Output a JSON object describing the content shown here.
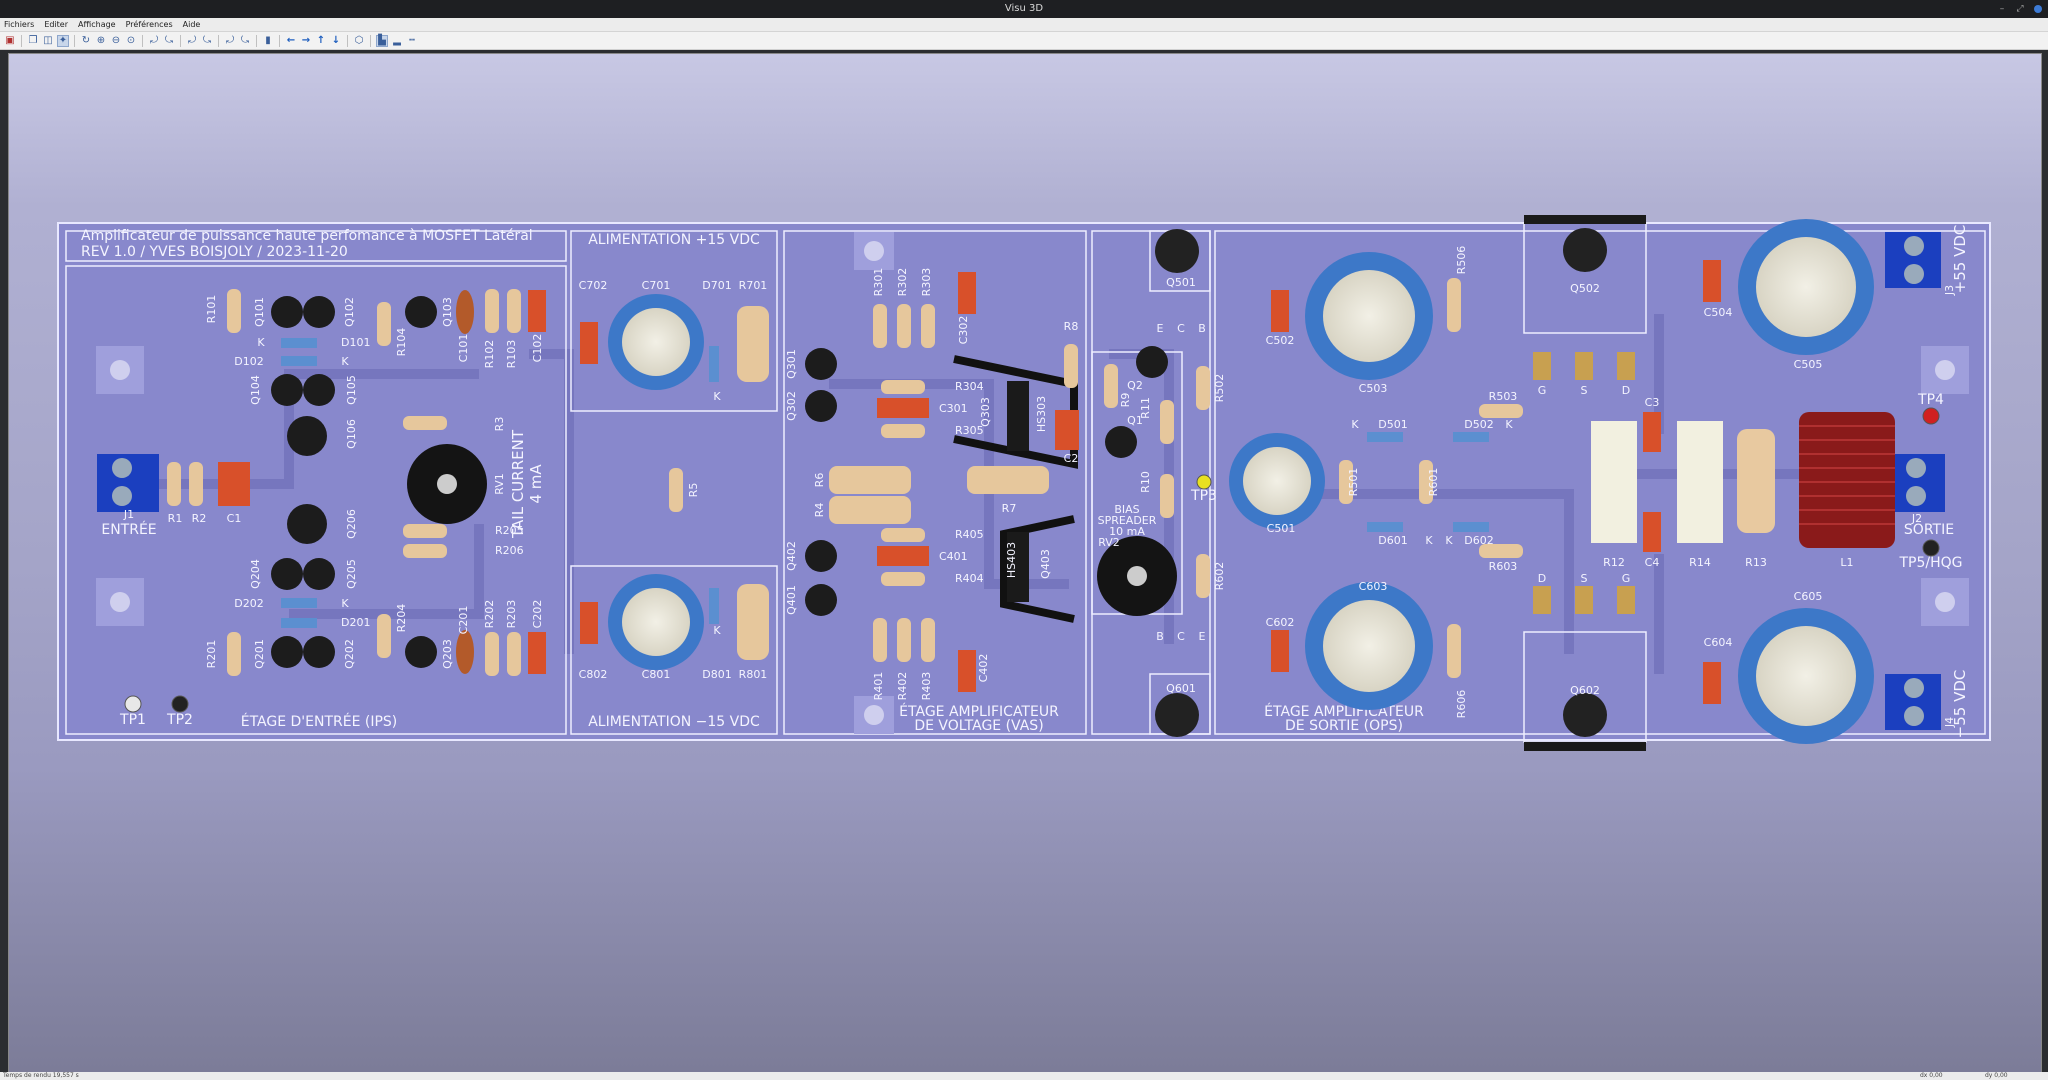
{
  "window": {
    "title": "Visu 3D"
  },
  "menu": [
    "Fichiers",
    "Editer",
    "Affichage",
    "Préférences",
    "Aide"
  ],
  "status": {
    "render_time": "Temps de rendu 19,557 s",
    "dx": "dx 0,00",
    "dy": "dy 0,00"
  },
  "board": {
    "title_line1": "Amplificateur de puissance haute perfomance à MOSFET Latéral",
    "title_line2": "REV 1.0 / YVES BOISJOLY / 2023-11-20",
    "sections": {
      "psu_pos": "ALIMENTATION +15 VDC",
      "psu_neg": "ALIMENTATION −15 VDC",
      "ips": "ÉTAGE D'ENTRÉE (IPS)",
      "vas_1": "ÉTAGE AMPLIFICATEUR",
      "vas_2": "DE VOLTAGE (VAS)",
      "ops_1": "ÉTAGE AMPLIFICATEUR",
      "ops_2": "DE SORTIE (OPS)",
      "tail_1": "TAIL CURRENT",
      "tail_2": "4 mA",
      "bias_1": "BIAS",
      "bias_2": "SPREADER",
      "bias_3": "10 mA",
      "entree": "ENTRÉE",
      "sortie": "SORTIE",
      "vdc_pos": "+55 VDC",
      "vdc_neg": "−55 VDC"
    },
    "tp": {
      "tp1": "TP1",
      "tp2": "TP2",
      "tp3": "TP3",
      "tp4": "TP4",
      "tp5": "TP5/HQG"
    },
    "refs": {
      "R101": "R101",
      "Q101": "Q101",
      "Q102": "Q102",
      "R104": "R104",
      "Q103": "Q103",
      "C101": "C101",
      "R102": "R102",
      "R103": "R103",
      "C102": "C102",
      "K1": "K",
      "D101": "D101",
      "D102": "D102",
      "K2": "K",
      "Q104": "Q104",
      "Q105": "Q105",
      "Q106": "Q106",
      "R3": "R3",
      "RV1": "RV1",
      "J1": "J1",
      "R1": "R1",
      "R2": "R2",
      "C1": "C1",
      "Q206": "Q206",
      "R205": "R205",
      "R206": "R206",
      "Q204": "Q204",
      "Q205": "Q205",
      "D202": "D202",
      "K3": "K",
      "D201": "D201",
      "R204": "R204",
      "R201": "R201",
      "Q201": "Q201",
      "Q202": "Q202",
      "Q203": "Q203",
      "C201": "C201",
      "R202": "R202",
      "R203": "R203",
      "C202": "C202",
      "C702": "C702",
      "C701": "C701",
      "D701": "D701",
      "R701": "R701",
      "K4": "K",
      "R5": "R5",
      "C802": "C802",
      "C801": "C801",
      "D801": "D801",
      "R801": "R801",
      "K5": "K",
      "R301": "R301",
      "R302": "R302",
      "R303": "R303",
      "C302": "C302",
      "R8": "R8",
      "Q301": "Q301",
      "Q302": "Q302",
      "R304": "R304",
      "C301": "C301",
      "R305": "R305",
      "Q303": "Q303",
      "HS303": "HS303",
      "C2": "C2",
      "R6": "R6",
      "R4": "R4",
      "R7": "R7",
      "R405": "R405",
      "C401": "C401",
      "R404": "R404",
      "Q402": "Q402",
      "Q401": "Q401",
      "HS403": "HS403",
      "Q403": "Q403",
      "R401": "R401",
      "R402": "R402",
      "R403": "R403",
      "C402": "C402",
      "Q501": "Q501",
      "E1": "E",
      "C_1": "C",
      "B1": "B",
      "R9": "R9",
      "Q2": "Q2",
      "R11": "R11",
      "Q1": "Q1",
      "R10": "R10",
      "RV2": "RV2",
      "R502": "R502",
      "R602": "R602",
      "B2": "B",
      "C_2": "C",
      "E2": "E",
      "Q601": "Q601",
      "C502": "C502",
      "C503": "C503",
      "R506": "R506",
      "C501": "C501",
      "R501": "R501",
      "R601": "R601",
      "K6": "K",
      "D501": "D501",
      "D502": "D502",
      "K7": "K",
      "R503": "R503",
      "D601": "D601",
      "K8": "K",
      "K9": "K",
      "D602": "D602",
      "R603": "R603",
      "C602": "C602",
      "C603": "C603",
      "R606": "R606",
      "Q502": "Q502",
      "G1": "G",
      "S1": "S",
      "D1": "D",
      "D2": "D",
      "S2": "S",
      "G2": "G",
      "Q602": "Q602",
      "C3": "C3",
      "R12": "R12",
      "C4": "C4",
      "R14": "R14",
      "R13": "R13",
      "L1": "L1",
      "C504": "C504",
      "C505": "C505",
      "J3": "J3",
      "J2": "J2",
      "C604": "C604",
      "C605": "C605",
      "J4": "J4"
    }
  }
}
